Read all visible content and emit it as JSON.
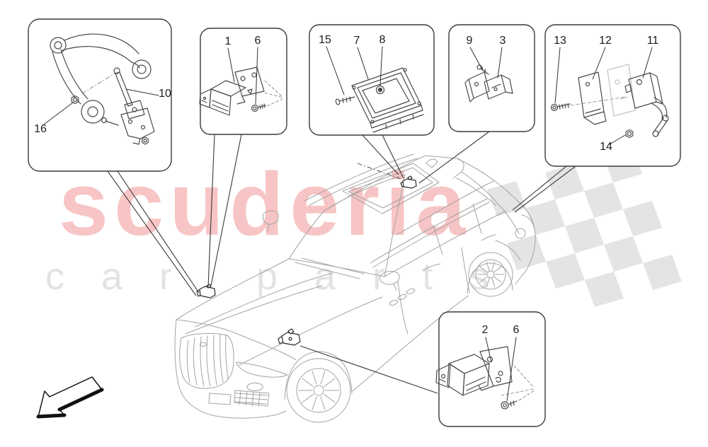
{
  "watermark": {
    "brand": "scuderia",
    "tagline": "car parts",
    "brand_color": "#f7c5c5",
    "tagline_color": "#e3e3e3",
    "flag_color": "#e4e4e4"
  },
  "icons": {
    "direction_arrow": "down-left-outline-arrow",
    "flag": "checkered-flag",
    "vehicle": "suv-line-drawing"
  },
  "colors": {
    "line_art": "#a3a3a3",
    "callout_line": "#3a3a3a",
    "label_text": "#1c1c1c"
  },
  "diagram": {
    "callout_boxes": [
      {
        "name": "front-suspension-sensor-box",
        "labels": [
          {
            "text": "16"
          },
          {
            "text": "10"
          }
        ]
      },
      {
        "name": "front-sensor-box",
        "labels": [
          {
            "text": "1"
          },
          {
            "text": "6"
          }
        ]
      },
      {
        "name": "control-unit-box",
        "labels": [
          {
            "text": "15"
          },
          {
            "text": "7"
          },
          {
            "text": "8"
          }
        ]
      },
      {
        "name": "side-sensor-box",
        "labels": [
          {
            "text": "9"
          },
          {
            "text": "3"
          }
        ]
      },
      {
        "name": "rear-height-sensor-box",
        "labels": [
          {
            "text": "13"
          },
          {
            "text": "12"
          },
          {
            "text": "11"
          },
          {
            "text": "14"
          }
        ]
      },
      {
        "name": "lower-front-sensor-box",
        "labels": [
          {
            "text": "2"
          },
          {
            "text": "6"
          }
        ]
      }
    ]
  }
}
